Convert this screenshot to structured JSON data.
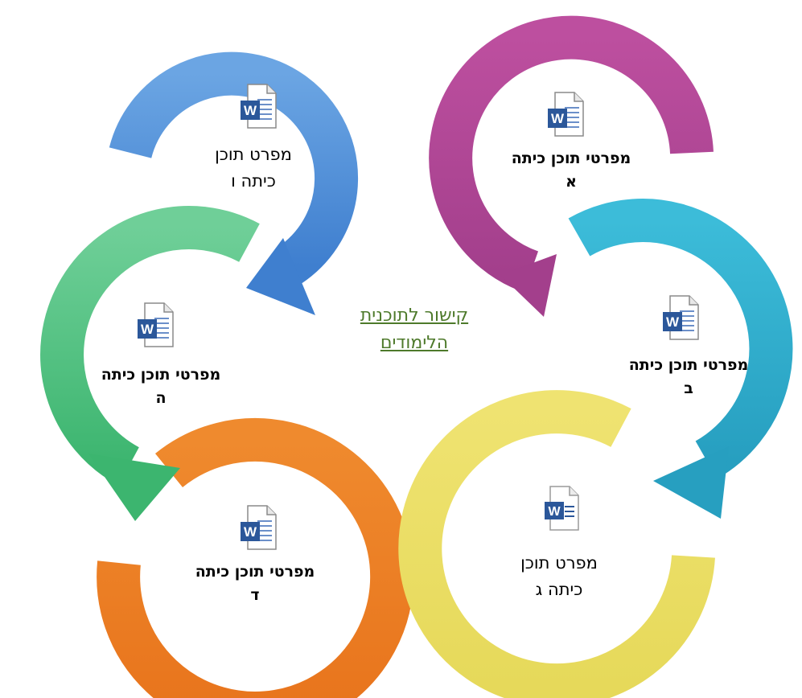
{
  "center_link": {
    "line1": "קישור לתוכנית",
    "line2": "הלימודים",
    "color": "#4e7a2b"
  },
  "nodes": [
    {
      "id": "grade-a",
      "line1": "מפרטי תוכן כיתה",
      "line2": "א",
      "color": "#b5479a",
      "icon": "word-document-icon"
    },
    {
      "id": "grade-b",
      "line1": "מפרטי תוכן כיתה",
      "line2": "ב",
      "color": "#2fb1d0",
      "icon": "word-document-icon"
    },
    {
      "id": "grade-c",
      "line1": "מפרט תוכן",
      "line2": "כיתה ג",
      "color": "#ece066",
      "icon": "word-document-icon"
    },
    {
      "id": "grade-d",
      "line1": "מפרטי תוכן כיתה",
      "line2": "ד",
      "color": "#ec7d22",
      "icon": "word-document-icon"
    },
    {
      "id": "grade-e",
      "line1": "מפרטי תוכן כיתה",
      "line2": "ה",
      "color": "#49be7c",
      "icon": "word-document-icon"
    },
    {
      "id": "grade-f",
      "line1": "מפרט תוכן",
      "line2": "כיתה ו",
      "color": "#4a8ad6",
      "icon": "word-document-icon"
    }
  ]
}
